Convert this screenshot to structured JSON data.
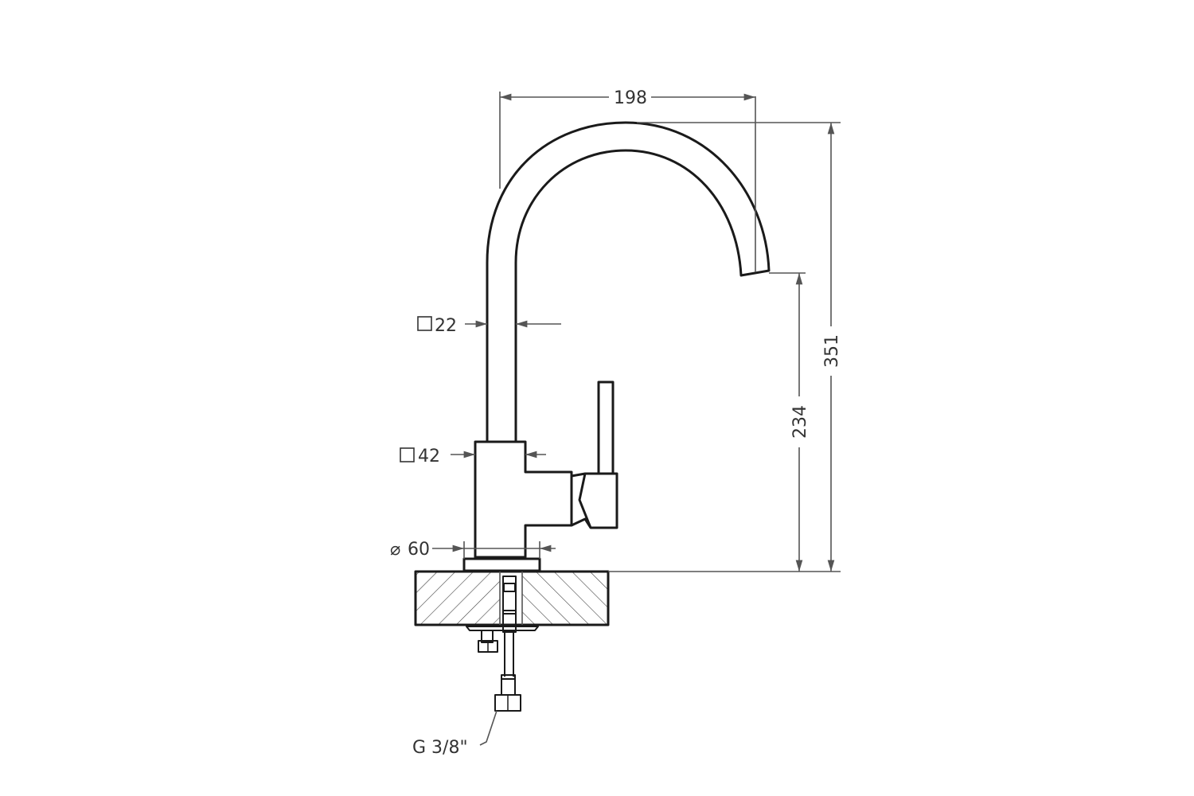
{
  "diagram": {
    "type": "faucet technical drawing",
    "dimensions": {
      "spout_reach": "198",
      "total_height": "351",
      "spout_height": "234",
      "spout_tube": "22",
      "body_square": "42",
      "base_diameter": "60",
      "connection_thread": "G 3/8\""
    },
    "symbols": {
      "square": "□",
      "diameter": "⌀"
    },
    "colors": {
      "line": "#1a1a1a",
      "dimension": "#555555",
      "background": "#ffffff"
    }
  }
}
